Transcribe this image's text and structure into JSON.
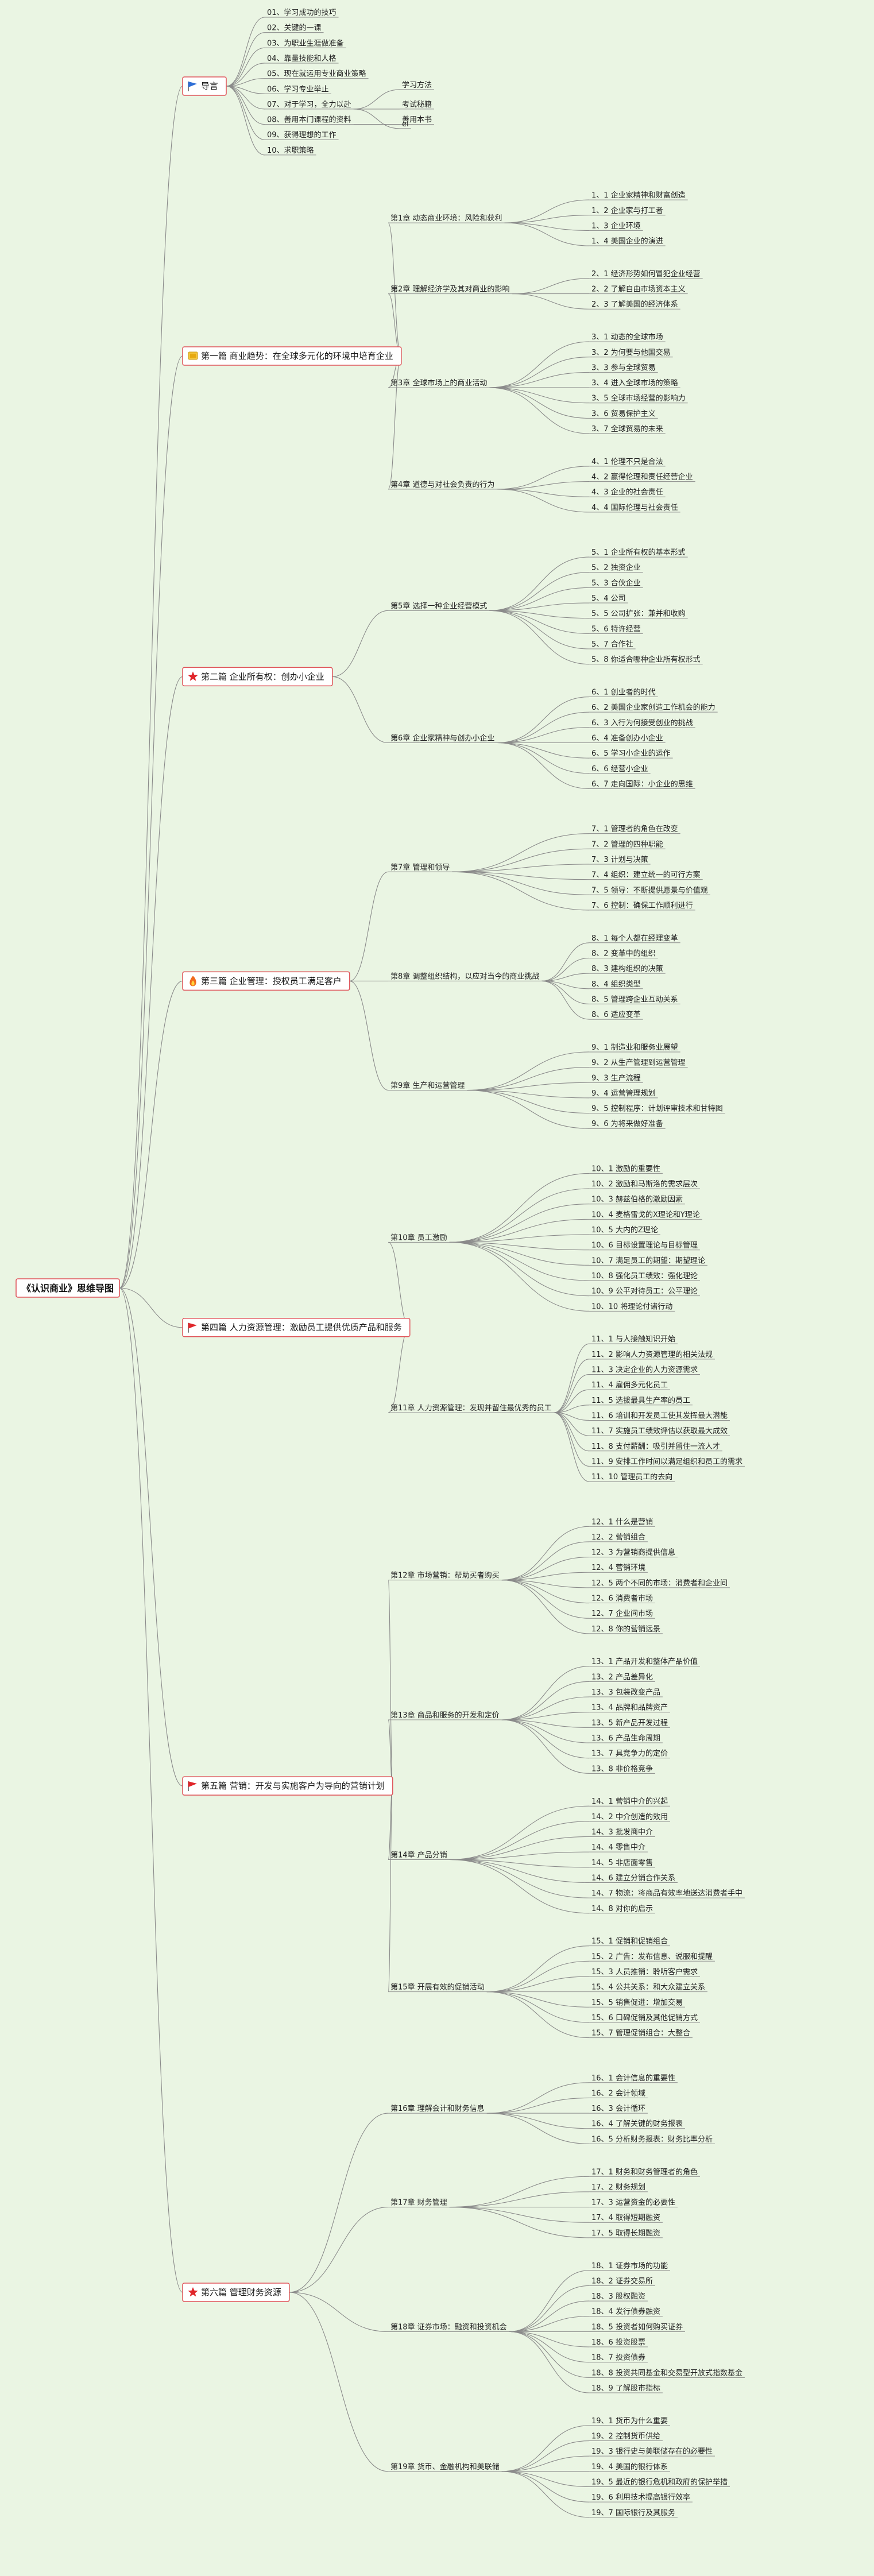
{
  "root": "《认识商业》思维导图",
  "parts": [
    {
      "label": "导言",
      "icon": "flag-blue-icon",
      "leaves": [
        {
          "text": "01、学习成功的技巧"
        },
        {
          "text": "02、关键的一课"
        },
        {
          "text": "03、为职业生涯做准备"
        },
        {
          "text": "04、靠量技能和人格"
        },
        {
          "text": "05、现在就运用专业商业策略"
        },
        {
          "text": "06、学习专业举止"
        },
        {
          "text": "07、对于学习，全力以赴",
          "children": [
            "学习方法",
            "考试秘籍",
            "el"
          ]
        },
        {
          "text": "08、善用本门课程的资料",
          "children": [
            "善用本书"
          ]
        },
        {
          "text": "09、获得理想的工作"
        },
        {
          "text": "10、求职策略"
        }
      ]
    },
    {
      "label": "第一篇 商业趋势：在全球多元化的环境中培育企业",
      "icon": "money-icon",
      "chapters": [
        {
          "text": "第1章 动态商业环境：风险和获利",
          "leaves": [
            "1、1 企业家精神和财富创造",
            "1、2 企业家与打工者",
            "1、3 企业环境",
            "1、4 美国企业的演进"
          ]
        },
        {
          "text": "第2章 理解经济学及其对商业的影响",
          "leaves": [
            "2、1 经济形势如何冒犯企业经营",
            "2、2 了解自由市场资本主义",
            "2、3 了解美国的经济体系"
          ]
        },
        {
          "text": "第3章 全球市场上的商业活动",
          "leaves": [
            "3、1 动态的全球市场",
            "3、2 为何要与他国交易",
            "3、3 参与全球贸易",
            "3、4 进入全球市场的策略",
            "3、5 全球市场经营的影响力",
            "3、6 贸易保护主义",
            "3、7 全球贸易的未来"
          ]
        },
        {
          "text": "第4章 道德与对社会负责的行为",
          "leaves": [
            "4、1 伦理不只是合法",
            "4、2 赢得伦理和责任经营企业",
            "4、3 企业的社会责任",
            "4、4 国际伦理与社会责任"
          ]
        }
      ]
    },
    {
      "label": "第二篇 企业所有权：创办小企业",
      "icon": "star-icon",
      "chapters": [
        {
          "text": "第5章 选择一种企业经营模式",
          "leaves": [
            "5、1 企业所有权的基本形式",
            "5、2 独资企业",
            "5、3 合伙企业",
            "5、4 公司",
            "5、5 公司扩张：兼并和收购",
            "5、6 特许经营",
            "5、7 合作社",
            "5、8 你适合哪种企业所有权形式"
          ]
        },
        {
          "text": "第6章 企业家精神与创办小企业",
          "leaves": [
            "6、1 创业者的时代",
            "6、2 美国企业家创造工作机会的能力",
            "6、3 入行为何接受创业的挑战",
            "6、4 准备创办小企业",
            "6、5 学习小企业的运作",
            "6、6 经营小企业",
            "6、7 走向国际：小企业的思维"
          ]
        }
      ]
    },
    {
      "label": "第三篇 企业管理：授权员工满足客户",
      "icon": "fire-icon",
      "chapters": [
        {
          "text": "第7章 管理和领导",
          "leaves": [
            "7、1 管理者的角色在改变",
            "7、2 管理的四种职能",
            "7、3 计划与决策",
            "7、4 组织：建立统一的可行方案",
            "7、5 领导：不断提供愿景与价值观",
            "7、6 控制：确保工作顺利进行"
          ]
        },
        {
          "text": "第8章 调整组织结构，以应对当今的商业挑战",
          "leaves": [
            "8、1 每个人都在经理变革",
            "8、2 变革中的组织",
            "8、3 建构组织的决策",
            "8、4 组织类型",
            "8、5 管理跨企业互动关系",
            "8、6 适应变革"
          ]
        },
        {
          "text": "第9章 生产和运营管理",
          "leaves": [
            "9、1 制造业和服务业展望",
            "9、2 从生产管理到运营管理",
            "9、3 生产流程",
            "9、4 运营管理规划",
            "9、5 控制程序：计划评审技术和甘特图",
            "9、6 为将来做好准备"
          ]
        }
      ]
    },
    {
      "label": "第四篇 人力资源管理：激励员工提供优质产品和服务",
      "icon": "flag-red-icon",
      "chapters": [
        {
          "text": "第10章 员工激励",
          "leaves": [
            "10、1 激励的重要性",
            "10、2 激励和马斯洛的需求层次",
            "10、3 赫兹伯格的激励因素",
            "10、4 麦格雷戈的X理论和Y理论",
            "10、5 大内的Z理论",
            "10、6 目标设置理论与目标管理",
            "10、7 满足员工的期望：期望理论",
            "10、8 强化员工绩效：强化理论",
            "10、9 公平对待员工：公平理论",
            "10、10 将理论付诸行动"
          ]
        },
        {
          "text": "第11章 人力资源管理：发现并留住最优秀的员工",
          "leaves": [
            "11、1 与人接触知识开始",
            "11、2 影响人力资源管理的相关法规",
            "11、3 决定企业的人力资源需求",
            "11、4 雇佣多元化员工",
            "11、5 选拔最具生产率的员工",
            "11、6 培训和开发员工使其发挥最大潜能",
            "11、7 实施员工绩效评估以获取最大成效",
            "11、8 支付薪酬：吸引并留住一流人才",
            "11、9 安排工作时间以满足组织和员工的需求",
            "11、10 管理员工的去向"
          ]
        }
      ]
    },
    {
      "label": "第五篇 营销：开发与实施客户为导向的营销计划",
      "icon": "flag-red-icon",
      "chapters": [
        {
          "text": "第12章 市场营销：帮助买者购买",
          "leaves": [
            "12、1 什么是营销",
            "12、2 营销组合",
            "12、3 为营销商提供信息",
            "12、4 营销环境",
            "12、5 两个不同的市场：消费者和企业间",
            "12、6 消费者市场",
            "12、7 企业间市场",
            "12、8 你的营销远景"
          ]
        },
        {
          "text": "第13章 商品和服务的开发和定价",
          "leaves": [
            "13、1 产品开发和整体产品价值",
            "13、2 产品差异化",
            "13、3 包装改变产品",
            "13、4 品牌和品牌资产",
            "13、5 新产品开发过程",
            "13、6 产品生命周期",
            "13、7 具竞争力的定价",
            "13、8 非价格竞争"
          ]
        },
        {
          "text": "第14章 产品分销",
          "leaves": [
            "14、1 营销中介的兴起",
            "14、2 中介创造的效用",
            "14、3 批发商中介",
            "14、4 零售中介",
            "14、5 非店面零售",
            "14、6 建立分销合作关系",
            "14、7 物流：将商品有效率地送达消费者手中",
            "14、8 对你的启示"
          ]
        },
        {
          "text": "第15章 开展有效的促销活动",
          "leaves": [
            "15、1 促销和促销组合",
            "15、2 广告：发布信息、说服和提醒",
            "15、3 人员推销：聆听客户需求",
            "15、4 公共关系：和大众建立关系",
            "15、5 销售促进：增加交易",
            "15、6 口碑促销及其他促销方式",
            "15、7 管理促销组合：大整合"
          ]
        }
      ]
    },
    {
      "label": "第六篇 管理财务资源",
      "icon": "star-icon",
      "chapters": [
        {
          "text": "第16章 理解会计和财务信息",
          "leaves": [
            "16、1 会计信息的重要性",
            "16、2 会计领域",
            "16、3 会计循环",
            "16、4 了解关键的财务报表",
            "16、5 分析财务报表：财务比率分析"
          ]
        },
        {
          "text": "第17章 财务管理",
          "leaves": [
            "17、1 财务和财务管理者的角色",
            "17、2 财务规划",
            "17、3 运营资金的必要性",
            "17、4 取得短期融资",
            "17、5 取得长期融资"
          ]
        },
        {
          "text": "第18章 证券市场：融资和投资机会",
          "leaves": [
            "18、1 证券市场的功能",
            "18、2 证券交易所",
            "18、3 股权融资",
            "18、4 发行债券融资",
            "18、5 投资者如何购买证券",
            "18、6 投资股票",
            "18、7 投资债券",
            "18、8 投资共同基金和交易型开放式指数基金",
            "18、9 了解股市指标"
          ]
        },
        {
          "text": "第19章 货币、金融机构和美联储",
          "leaves": [
            "19、1 货币为什么重要",
            "19、2 控制货币供给",
            "19、3 银行史与美联储存在的必要性",
            "19、4 美国的银行体系",
            "19、5 最近的银行危机和政府的保护举措",
            "19、6 利用技术提高银行效率",
            "19、7 国际银行及其服务"
          ]
        }
      ]
    }
  ],
  "colors": {
    "line": "#8a8a8a",
    "box_border": "#e0555b",
    "background": "#eaf5e3"
  }
}
